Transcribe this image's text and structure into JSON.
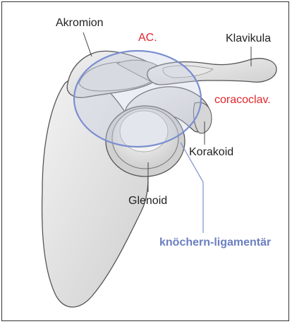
{
  "labels": {
    "akromion": "Akromion",
    "ac": "AC.",
    "klavikula": "Klavikula",
    "coracoclav": "coracoclav.",
    "korakoid": "Korakoid",
    "glenoid": "Glenoid",
    "knochern": "knöchern-ligamentär"
  },
  "colors": {
    "red_label": "#e3262b",
    "blue_label": "#6b7fc0",
    "bone_fill": "#e6e6e6",
    "bone_stroke": "#555555",
    "overlay_ring": "#7a8fd0"
  }
}
